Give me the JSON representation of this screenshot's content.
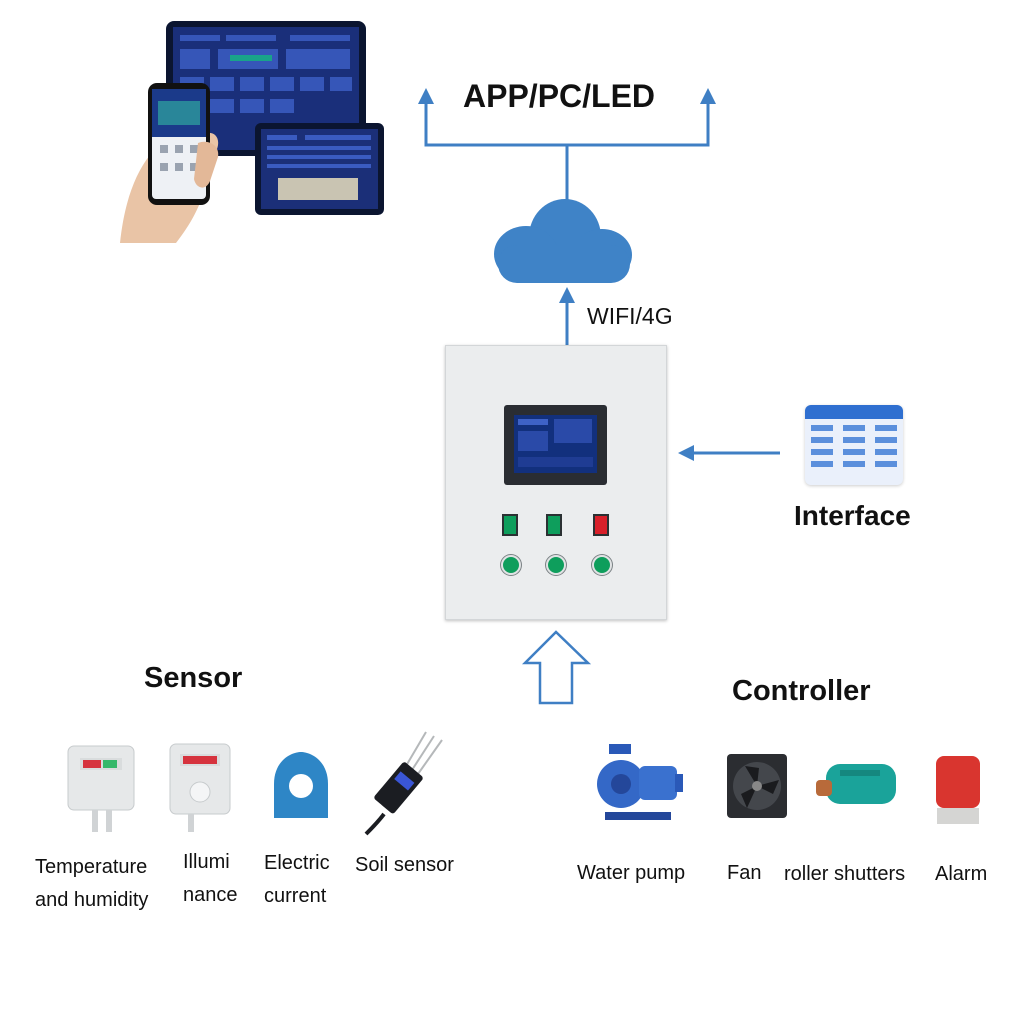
{
  "title": "APP/PC/LED",
  "link_label": "WIFI/4G",
  "interface_label": "Interface",
  "sensor": {
    "heading": "Sensor",
    "items": [
      {
        "icon": "temperature-humidity-sensor-icon",
        "label_lines": [
          "Temperature",
          "and humidity"
        ]
      },
      {
        "icon": "illuminance-sensor-icon",
        "label_lines": [
          "Illumi",
          "nance"
        ]
      },
      {
        "icon": "current-transformer-icon",
        "label_lines": [
          "Electric",
          "current"
        ]
      },
      {
        "icon": "soil-probe-icon",
        "label_lines": [
          "Soil sensor"
        ]
      }
    ]
  },
  "controller": {
    "heading": "Controller",
    "items": [
      {
        "icon": "water-pump-icon",
        "label": "Water pump"
      },
      {
        "icon": "fan-icon",
        "label": "Fan"
      },
      {
        "icon": "roller-shutter-motor-icon",
        "label": "roller shutters"
      },
      {
        "icon": "alarm-light-icon",
        "label": "Alarm"
      }
    ]
  },
  "colors": {
    "arrow_blue": "#3f7fc4",
    "cloud_blue": "#3f83c7",
    "cabinet": "#ebedee",
    "screen_dark": "#0f2a6b",
    "indicator_green": "#0e9e5c",
    "indicator_red": "#d8202a"
  }
}
